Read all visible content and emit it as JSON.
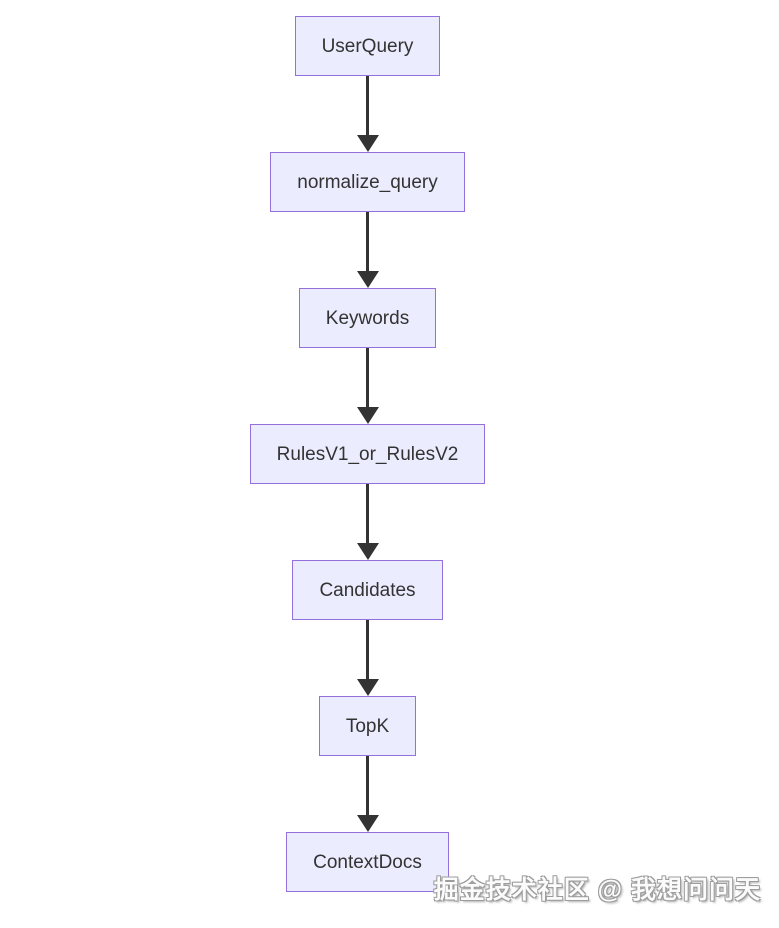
{
  "diagram": {
    "type": "flowchart",
    "direction": "top-down",
    "nodes": [
      {
        "id": "UserQuery",
        "label": "UserQuery"
      },
      {
        "id": "normalize_query",
        "label": "normalize_query"
      },
      {
        "id": "Keywords",
        "label": "Keywords"
      },
      {
        "id": "RulesV1_or_RulesV2",
        "label": "RulesV1_or_RulesV2"
      },
      {
        "id": "Candidates",
        "label": "Candidates"
      },
      {
        "id": "TopK",
        "label": "TopK"
      },
      {
        "id": "ContextDocs",
        "label": "ContextDocs"
      }
    ],
    "edges": [
      {
        "from": "UserQuery",
        "to": "normalize_query"
      },
      {
        "from": "normalize_query",
        "to": "Keywords"
      },
      {
        "from": "Keywords",
        "to": "RulesV1_or_RulesV2"
      },
      {
        "from": "RulesV1_or_RulesV2",
        "to": "Candidates"
      },
      {
        "from": "Candidates",
        "to": "TopK"
      },
      {
        "from": "TopK",
        "to": "ContextDocs"
      }
    ],
    "colors": {
      "node_fill": "#ECECFF",
      "node_border": "#9370DB",
      "node_text": "#333333",
      "arrow": "#333333",
      "background": "#FFFFFF"
    }
  },
  "watermark": {
    "text": "掘金技术社区 @ 我想问问天"
  }
}
